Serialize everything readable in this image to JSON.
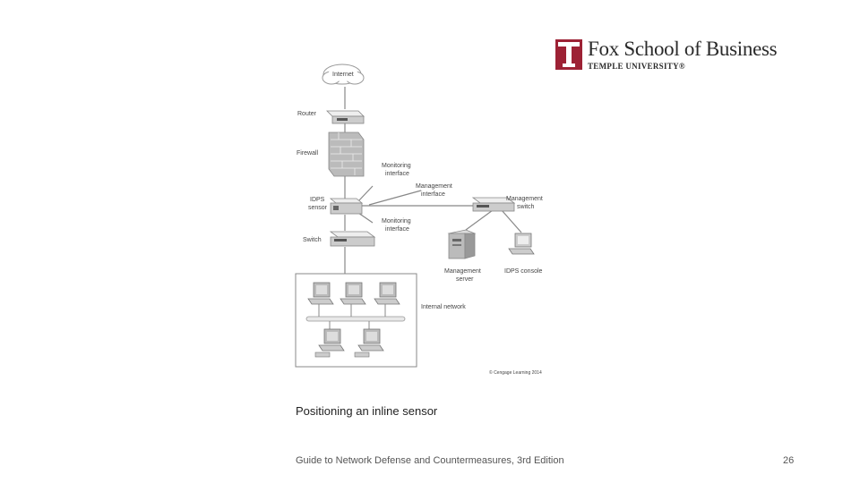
{
  "logo": {
    "school": "Fox School of Business",
    "university": "TEMPLE UNIVERSITY",
    "registered": "®",
    "mark_color": "#9d2235"
  },
  "diagram": {
    "internet": "Internet",
    "router": "Router",
    "firewall": "Firewall",
    "monitoring_interface_1": [
      "Monitoring",
      "interface"
    ],
    "management_interface": [
      "Management",
      "interface"
    ],
    "idps_sensor": [
      "IDPS",
      "sensor"
    ],
    "management_switch": [
      "Management",
      "switch"
    ],
    "monitoring_interface_2": [
      "Monitoring",
      "interface"
    ],
    "switch": "Switch",
    "management_server": [
      "Management",
      "server"
    ],
    "idps_console": "IDPS console",
    "internal_network": "Internal network",
    "copyright": "© Cengage Learning 2014"
  },
  "caption": "Positioning an inline sensor",
  "footer": {
    "text": "Guide to Network Defense and Countermeasures, 3rd Edition",
    "page": "26"
  }
}
